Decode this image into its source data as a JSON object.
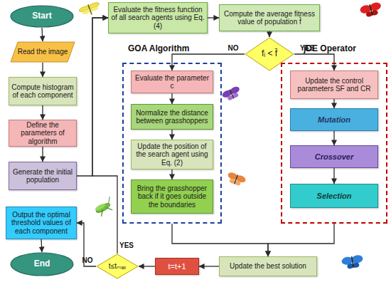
{
  "diagram": {
    "nodes": [
      {
        "text": [
          "Start"
        ]
      },
      {
        "text": [
          "Read the image"
        ]
      },
      {
        "text": [
          "Compute histogram of each component"
        ]
      },
      {
        "text": [
          "Define the parameters of algorithm"
        ]
      },
      {
        "text": [
          "Generate the initial population"
        ]
      },
      {
        "text": [
          "Output the optimal threshold values of each component"
        ]
      },
      {
        "text": [
          "End"
        ]
      },
      {
        "text": [
          "Evaluate the fitness function of all search agents using Eq. (4)"
        ]
      },
      {
        "text": [
          "Compute the average fitness value of population f̄"
        ]
      },
      {
        "text": [
          "fᵢ < f̄"
        ]
      },
      {
        "text": [
          "GOA Algorithm"
        ]
      },
      {
        "text": [
          "Evaluate the parameter c"
        ],
        "in": 10
      },
      {
        "text": [
          "Normalize the distance between grasshoppers"
        ],
        "in": 10
      },
      {
        "text": [
          "Update the position of the search agent using Eq. (2)"
        ],
        "in": 10
      },
      {
        "text": [
          "Bring the grasshopper back if it goes outside the boundaries"
        ],
        "in": 10
      },
      {
        "text": [
          "jDE Operator"
        ]
      },
      {
        "text": [
          "Update the control parameters SF and CR"
        ],
        "in": 15
      },
      {
        "text": [
          "Mutation"
        ],
        "in": 15
      },
      {
        "text": [
          "Crossover"
        ],
        "in": 15
      },
      {
        "text": [
          "Selection"
        ],
        "in": 15
      },
      {
        "text": [
          "Update the best solution"
        ]
      },
      {
        "text": [
          "t=t+1"
        ]
      },
      {
        "text": [
          "t≤tₘₐₓ"
        ]
      }
    ],
    "edges": [
      {
        "from": 0,
        "to": 1,
        "arrow": "to"
      },
      {
        "from": 1,
        "to": 2,
        "arrow": "to"
      },
      {
        "from": 2,
        "to": 3,
        "arrow": "to"
      },
      {
        "from": 3,
        "to": 4,
        "arrow": "to"
      },
      {
        "from": 4,
        "to": 7,
        "arrow": "to"
      },
      {
        "from": 7,
        "to": 8,
        "arrow": "to"
      },
      {
        "from": 8,
        "to": 9,
        "arrow": "to"
      },
      {
        "from": 9,
        "to": 11,
        "label": "NO",
        "arrow": "to"
      },
      {
        "from": 9,
        "to": 16,
        "label": "YES",
        "arrow": "to"
      },
      {
        "from": 11,
        "to": 12,
        "arrow": "to"
      },
      {
        "from": 12,
        "to": 13,
        "arrow": "to"
      },
      {
        "from": 13,
        "to": 14,
        "arrow": "to"
      },
      {
        "from": 16,
        "to": 17,
        "arrow": "to"
      },
      {
        "from": 17,
        "to": 18,
        "arrow": "to"
      },
      {
        "from": 18,
        "to": 19,
        "arrow": "to"
      },
      {
        "from": 10,
        "to": 20,
        "arrow": "to"
      },
      {
        "from": 15,
        "to": 20,
        "arrow": "to"
      },
      {
        "from": 20,
        "to": 21,
        "arrow": "to"
      },
      {
        "from": 21,
        "to": 22,
        "arrow": "to"
      },
      {
        "from": 22,
        "to": 7,
        "label": "YES",
        "arrow": "to"
      },
      {
        "from": 22,
        "to": 5,
        "label": "NO",
        "arrow": "to"
      },
      {
        "from": 5,
        "to": 6,
        "arrow": "to"
      }
    ]
  }
}
